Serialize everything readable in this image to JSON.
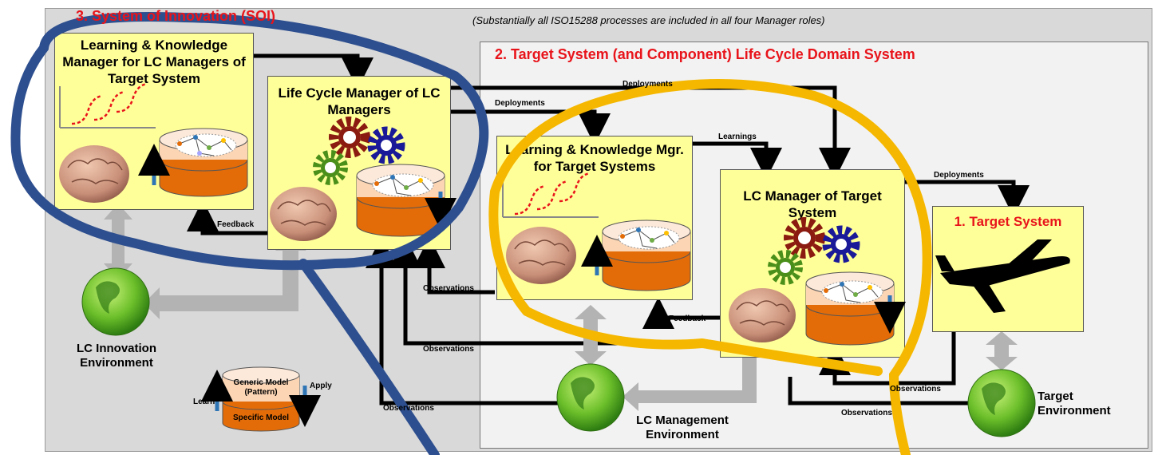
{
  "header": {
    "soi_title": "3.  System of Innovation (SOI)",
    "note": "(Substantially all ISO15288 processes are included in all four Manager roles)",
    "domain_title": "2.  Target System (and Component)  Life Cycle Domain System",
    "target_title": "1. Target System"
  },
  "boxes": {
    "lk_lc_managers": "Learning & Knowledge Manager for LC Managers of Target System",
    "lc_manager_of_managers": "Life Cycle Manager of LC Managers",
    "lk_target": "Learning & Knowledge Mgr. for Target Systems",
    "lc_manager_target": "LC Manager of Target System"
  },
  "arrows": {
    "deployments_1": "Deployments",
    "deployments_2": "Deployments",
    "deployments_3": "Deployments",
    "learnings": "Learnings",
    "feedback_1": "Feedback",
    "feedback_2": "Feedback",
    "observations_1": "Observations",
    "observations_2": "Observations",
    "observations_3": "Observations",
    "observations_4": "Observations",
    "observations_5": "Observations"
  },
  "environments": {
    "innovation": "LC Innovation Environment",
    "management": "LC Management Environment",
    "target": "Target Environment"
  },
  "legend": {
    "generic": "Generic Model (Pattern)",
    "specific": "Specific Model",
    "learn": "Learn",
    "apply": "Apply"
  },
  "colors": {
    "box_fill": "#ffff99",
    "soi_panel": "#d9d9d9",
    "domain_panel": "#f2f2f2",
    "title_red": "#e8141b",
    "blue_outline": "#2e4f8f",
    "orange_outline": "#f5b700",
    "gear_red": "#8b1a10",
    "gear_blue": "#1a1a99",
    "gear_green": "#4a8f1a",
    "cylinder_top": "#fcd5b4",
    "cylinder_body": "#e36c09"
  }
}
